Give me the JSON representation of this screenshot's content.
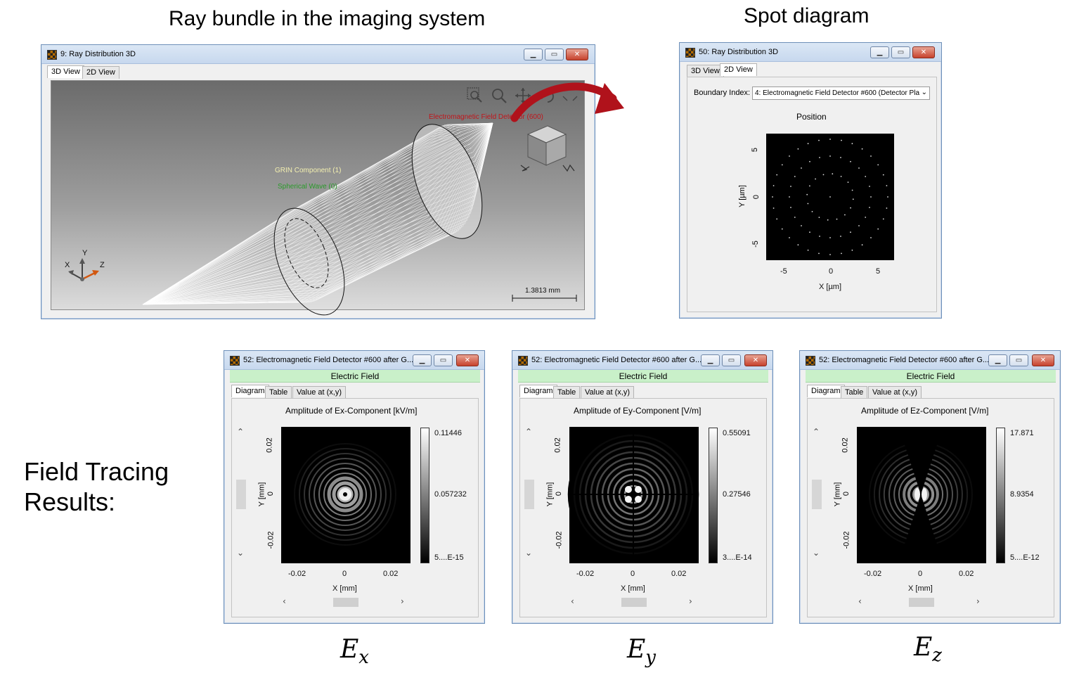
{
  "captions": {
    "ray_bundle": "Ray bundle in the imaging system",
    "spot": "Spot diagram",
    "field_line1": "Field Tracing",
    "field_line2": "Results:",
    "ex_base": "E",
    "ex_sub": "x",
    "ey_base": "E",
    "ey_sub": "y",
    "ez_base": "E",
    "ez_sub": "z"
  },
  "win3d": {
    "title": "9: Ray Distribution 3D",
    "tabs": [
      "3D View",
      "2D View"
    ],
    "labels": {
      "detector": "Electromagnetic Field Detector (600)",
      "grin": "GRIN Component (1)",
      "wave": "Spherical Wave (0)"
    },
    "axis": {
      "x": "X",
      "y": "Y",
      "z": "Z"
    },
    "scale": "1.3813 mm",
    "colors": {
      "detector": "#c0151b",
      "grin": "#f2f0b0",
      "wave": "#2a9a2a"
    }
  },
  "spotwin": {
    "title": "50: Ray Distribution 3D",
    "tabs": [
      "3D View",
      "2D View"
    ],
    "boundary_label": "Boundary Index:",
    "boundary_value": "4: Electromagnetic Field Detector #600 (Detector Pla",
    "plot_title": "Position",
    "xlabel": "X [µm]",
    "ylabel": "Y [µm]",
    "xticks": [
      "-5",
      "0",
      "5"
    ],
    "yticks": [
      "5",
      "0",
      "-5"
    ]
  },
  "fieldwins": [
    {
      "title": "52: Electromagnetic Field Detector #600 after G...",
      "band": "Electric Field",
      "tabs": [
        "Diagram",
        "Table",
        "Value at (x,y)"
      ],
      "plot_title": "Amplitude of Ex-Component  [kV/m]",
      "cbar": [
        "0.11446",
        "0.057232",
        "5....E-15"
      ],
      "xlabel": "X [mm]",
      "ylabel": "Y [mm]",
      "xticks": [
        "-0.02",
        "0",
        "0.02"
      ],
      "yticks": [
        "0.02",
        "0",
        "-0.02"
      ],
      "component": "x"
    },
    {
      "title": "52: Electromagnetic Field Detector #600 after G...",
      "band": "Electric Field",
      "tabs": [
        "Diagram",
        "Table",
        "Value at (x,y)"
      ],
      "plot_title": "Amplitude of Ey-Component  [V/m]",
      "cbar": [
        "0.55091",
        "0.27546",
        "3....E-14"
      ],
      "xlabel": "X [mm]",
      "ylabel": "Y [mm]",
      "xticks": [
        "-0.02",
        "0",
        "0.02"
      ],
      "yticks": [
        "0.02",
        "0",
        "-0.02"
      ],
      "component": "y"
    },
    {
      "title": "52: Electromagnetic Field Detector #600 after G...",
      "band": "Electric Field",
      "tabs": [
        "Diagram",
        "Table",
        "Value at (x,y)"
      ],
      "plot_title": "Amplitude of Ez-Component  [V/m]",
      "cbar": [
        "17.871",
        "8.9354",
        "5....E-12"
      ],
      "xlabel": "X [mm]",
      "ylabel": "Y [mm]",
      "xticks": [
        "-0.02",
        "0",
        "0.02"
      ],
      "yticks": [
        "0.02",
        "0",
        "-0.02"
      ],
      "component": "z"
    }
  ],
  "icons": {
    "app": "app-grid-icon",
    "zoom_region": "zoom-region-icon",
    "zoom": "zoom-icon",
    "pan": "pan-icon",
    "rotate": "rotate-icon",
    "fit": "fit-view-icon",
    "arrow": "curved-arrow-icon"
  },
  "accent": "#b0121b"
}
